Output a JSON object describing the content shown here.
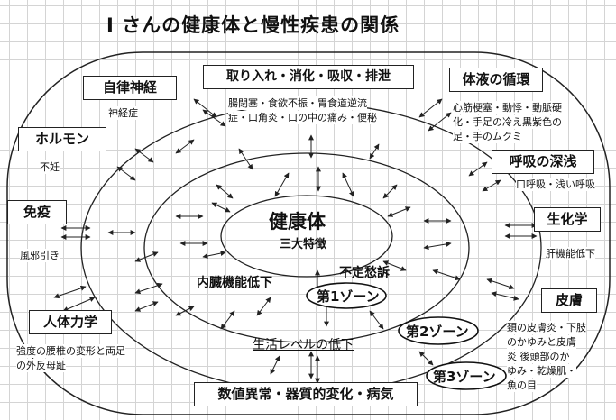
{
  "title": "Ⅰ さんの健康体と慢性疾患の関係",
  "center": {
    "label": "健康体",
    "sub": "三大特徴"
  },
  "boxes": {
    "autonomic": "自律神経",
    "digestion": "取り入れ・消化・吸収・排泄",
    "fluid": "体液の循環",
    "hormone": "ホルモン",
    "breathing": "呼吸の深浅",
    "immunity": "免疫",
    "biochem": "生化学",
    "skin": "皮膚",
    "mechanics": "人体力学",
    "bottom": "数値異常・器質的変化・病気"
  },
  "notes": {
    "autonomic": "神経症",
    "digestion_1": "腸閉塞・食欲不振・胃食道逆流",
    "digestion_2": "症・口角炎・口の中の痛み・便秘",
    "fluid_1": "心筋梗塞・動悸・動脈硬",
    "fluid_2": "化・手足の冷え黒紫色の",
    "fluid_3": "足・手のムクミ",
    "hormone": "不妊",
    "breathing": "口呼吸・浅い呼吸",
    "immunity": "風邪引き",
    "biochem": "肝機能低下",
    "skin_1": "頚の皮膚炎・下肢",
    "skin_2": "のかゆみと皮膚",
    "skin_3": "炎 後頭部のか",
    "skin_4": "ゆみ・乾燥肌・",
    "skin_5": "魚の目",
    "mechanics_1": "強度の腰椎の変形と両足",
    "mechanics_2": "の外反母趾"
  },
  "inner_labels": {
    "organ": "内臓機能低下",
    "malaise": "不定愁訴",
    "life": "生活レベルの低下"
  },
  "zones": {
    "z1": "第1ゾーン",
    "z2": "第2ゾーン",
    "z3": "第3ゾーン"
  }
}
